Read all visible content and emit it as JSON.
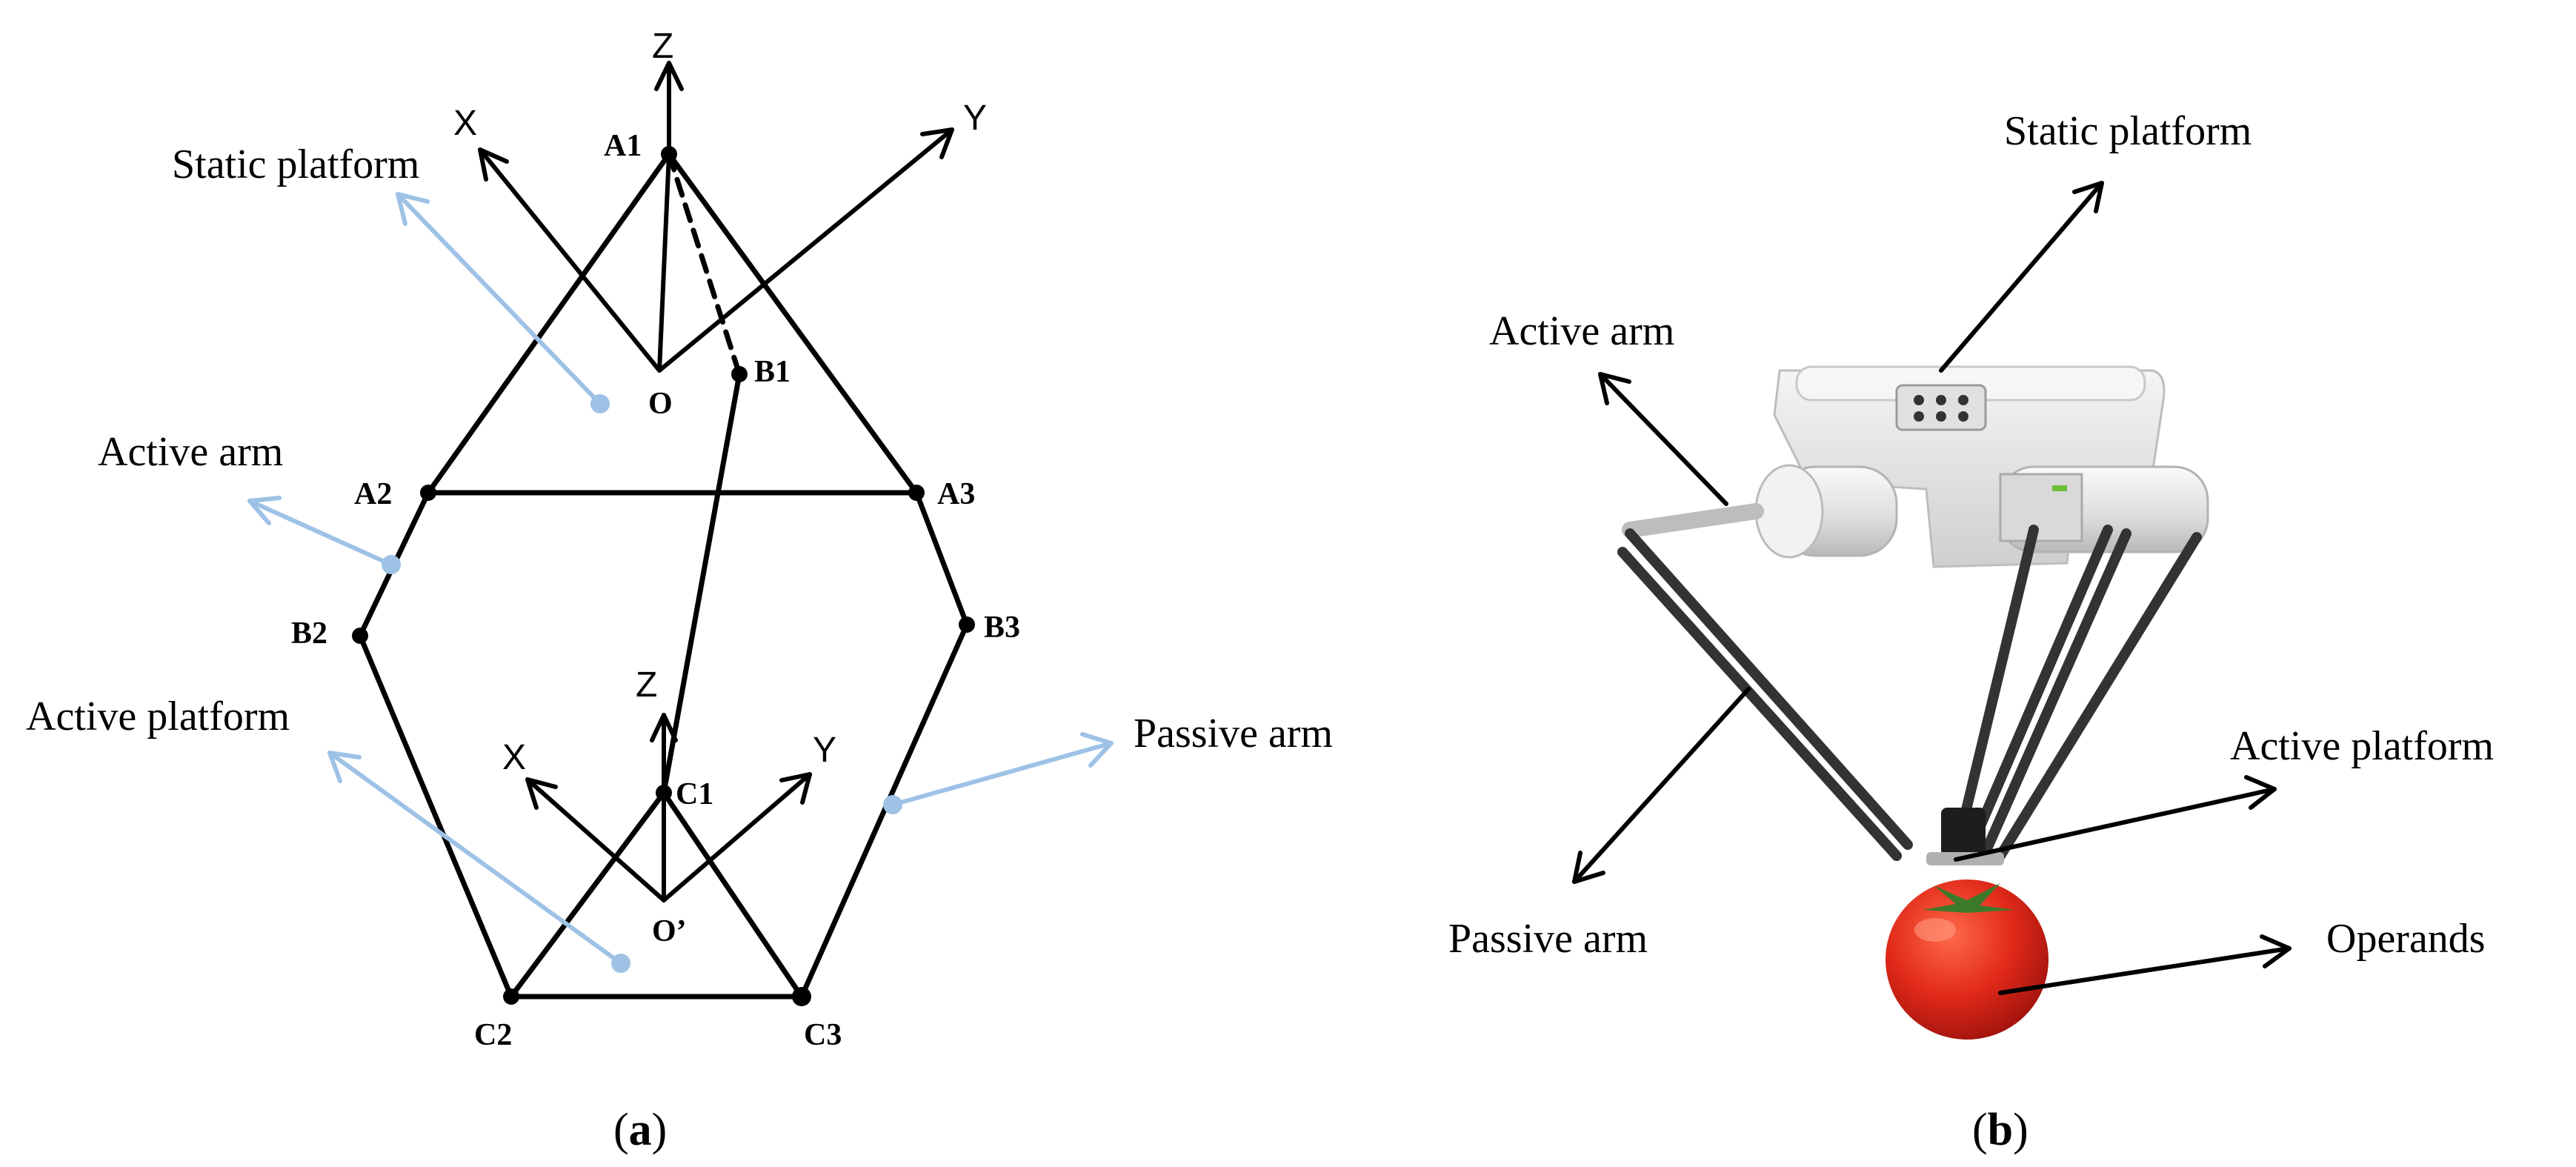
{
  "colors": {
    "line": "#000000",
    "pointer_blue": "#9ec2e6",
    "tomato": "#d9261c",
    "robot_body": "#e6e6e6"
  },
  "panel_a": {
    "axes_top": {
      "z": "Z",
      "x": "X",
      "y": "Y"
    },
    "axes_bottom": {
      "z": "Z",
      "x": "X",
      "y": "Y"
    },
    "points": {
      "A1": "A1",
      "A2": "A2",
      "A3": "A3",
      "B1": "B1",
      "B2": "B2",
      "B3": "B3",
      "C1": "C1",
      "C2": "C2",
      "C3": "C3",
      "O": "O",
      "O_prime": "O’"
    },
    "labels": {
      "static_platform": "Static platform",
      "active_arm": "Active arm",
      "active_platform": "Active platform",
      "passive_arm": "Passive arm"
    },
    "caption": {
      "open": "(",
      "letter": "a",
      "close": ")"
    }
  },
  "panel_b": {
    "labels": {
      "static_platform": "Static platform",
      "active_arm": "Active arm",
      "active_platform": "Active platform",
      "passive_arm": "Passive arm",
      "operands": "Operands"
    },
    "caption": {
      "open": "(",
      "letter": "b",
      "close": ")"
    }
  }
}
